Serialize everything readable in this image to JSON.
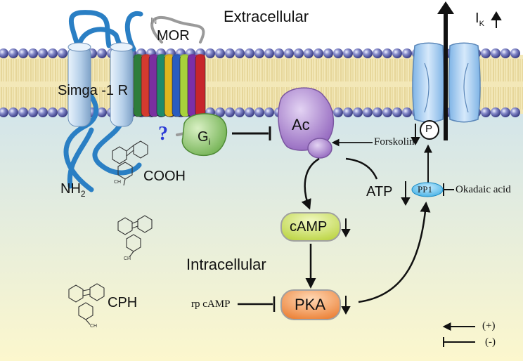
{
  "labels": {
    "extracellular": "Extracellular",
    "intracellular": "Intracellular",
    "mor": "MOR",
    "sigma_receptor": "Simga -1 R",
    "question_mark": "?",
    "g_protein_main": "G",
    "g_protein_sub": "i",
    "adenylyl_cyclase": "Ac",
    "forskolin": "Forskolin",
    "atp": "ATP",
    "camp": "cAMP",
    "pka": "PKA",
    "pp1": "PP1",
    "okadaic_acid": "Okadaic acid",
    "phosphate": "P",
    "rp_camp": "rp cAMP",
    "nh2_main": "NH",
    "nh2_sub": "2",
    "cooh": "COOH",
    "cph": "CPH",
    "current_main": "I",
    "current_sub": "K",
    "n_terminus": "N",
    "methyl": "CH",
    "legend_activate": "(+)",
    "legend_inhibit": "(-)"
  },
  "colors": {
    "membrane_bead": "#5b5fa8",
    "lipid_core": "#f1e6b0",
    "cytoplasm_top": "#d5e7ec",
    "cytoplasm_bottom": "#fbf6cf",
    "sigma_helix": "#b9d3ee",
    "sigma_loop": "#2a7fc4",
    "g_protein": "#8bc46a",
    "adenylyl_cyclase": "#a77ec7",
    "camp_node": "#c7dd4f",
    "pka_node": "#ef8a43",
    "pp1_node": "#46b6e8",
    "channel": "#a8cdef",
    "mor_helices": [
      "#2e7d3a",
      "#d43a2f",
      "#7a2fa0",
      "#1f8a6a",
      "#e0b51e",
      "#2a5cc0",
      "#a8d23a",
      "#7b2fa8",
      "#c7252b"
    ]
  },
  "indicators": {
    "current_change": "increase",
    "camp_change": "decrease",
    "pka_change": "decrease",
    "pp1_change": "decrease",
    "phosphorylation_change": "decrease"
  }
}
